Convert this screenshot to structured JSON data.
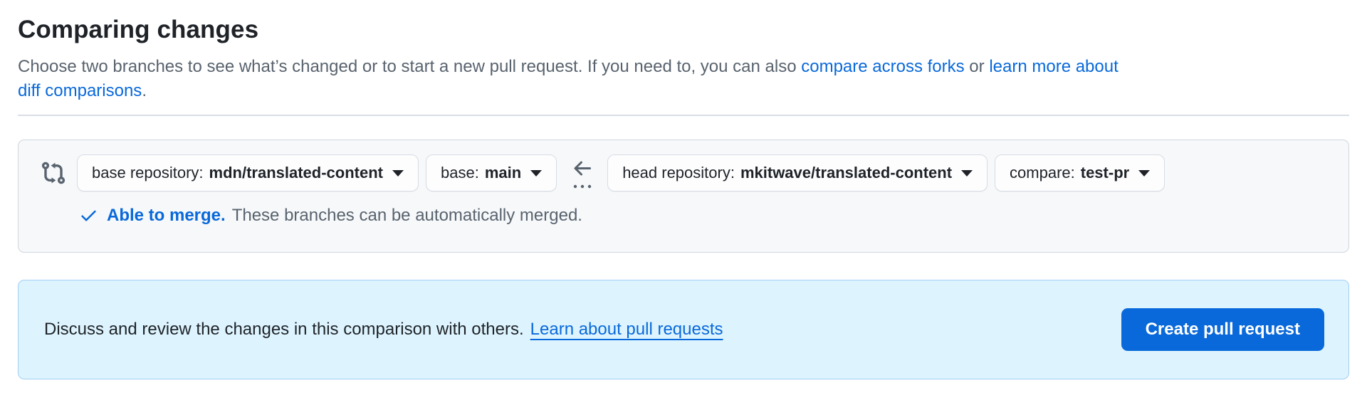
{
  "header": {
    "title": "Comparing changes",
    "intro": {
      "before_links": "Choose two branches to see what’s changed or to start a new pull request. If you need to, you can also ",
      "compare_across_forks_link": "compare across forks",
      "or_text": " or ",
      "learn_more_link_line1": "learn more about",
      "learn_more_link_line2": "diff comparisons",
      "period": "."
    }
  },
  "branch_bar": {
    "base_repository": {
      "label": "base repository:",
      "value": "mdn/translated-content"
    },
    "base_branch": {
      "label": "base:",
      "value": "main"
    },
    "head_repository": {
      "label": "head repository:",
      "value": "mkitwave/translated-content"
    },
    "compare_branch": {
      "label": "compare:",
      "value": "test-pr"
    },
    "merge_status": {
      "title": "Able to merge.",
      "description": "These branches can be automatically merged."
    }
  },
  "banner": {
    "message": "Discuss and review the changes in this comparison with others.",
    "link": "Learn about pull requests",
    "button": "Create pull request"
  },
  "colors": {
    "accent": "#0969da",
    "heading_text": "#1f2328",
    "muted_text": "#59636e",
    "box_background": "#f6f8fa",
    "box_border": "#d0d7de",
    "banner_background": "#ddf4ff",
    "banner_border": "#a2cdf4",
    "button_background": "#0969da"
  },
  "icons": {
    "git_compare": "git-compare-icon",
    "arrow_left": "arrow-left-icon",
    "ellipsis": "ellipsis-icon",
    "check": "check-icon",
    "caret_down": "caret-down-icon"
  }
}
